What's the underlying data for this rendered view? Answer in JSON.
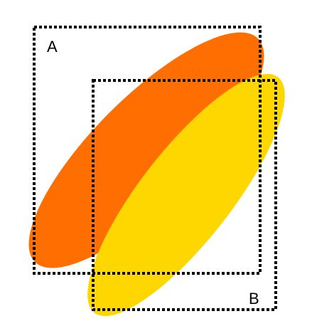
{
  "diagram": {
    "box_a": {
      "label": "A",
      "border_color": "#000000",
      "border_style": "dotted"
    },
    "box_b": {
      "label": "B",
      "border_color": "#000000",
      "border_style": "dotted"
    },
    "ellipse_a": {
      "color": "#FF6E00"
    },
    "ellipse_b": {
      "color": "#FFD700"
    }
  }
}
